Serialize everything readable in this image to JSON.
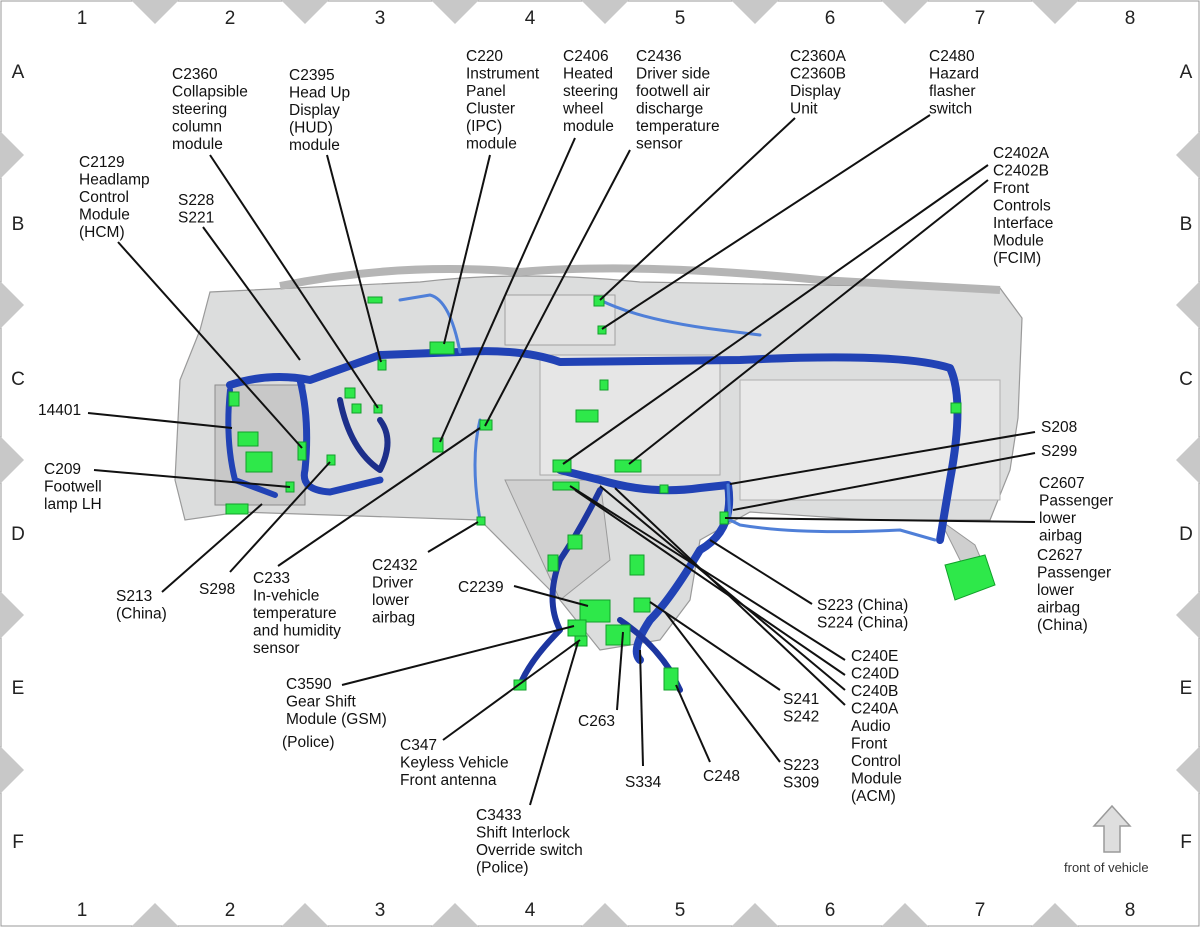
{
  "grid": {
    "columns": [
      "1",
      "2",
      "3",
      "4",
      "5",
      "6",
      "7",
      "8"
    ],
    "rows": [
      "A",
      "B",
      "C",
      "D",
      "E",
      "F"
    ]
  },
  "labels": [
    {
      "id": "c2360",
      "lines": [
        "C2360",
        "Collapsible",
        "steering",
        "column",
        "module"
      ]
    },
    {
      "id": "c2395",
      "lines": [
        "C2395",
        "Head Up",
        "Display",
        "(HUD)",
        "module"
      ]
    },
    {
      "id": "c220",
      "lines": [
        "C220",
        "Instrument",
        "Panel",
        "Cluster",
        "(IPC)",
        "module"
      ]
    },
    {
      "id": "c2406",
      "lines": [
        "C2406",
        "Heated",
        "steering",
        "wheel",
        "module"
      ]
    },
    {
      "id": "c2436",
      "lines": [
        "C2436",
        "Driver side",
        "footwell air",
        "discharge",
        "temperature",
        "sensor"
      ]
    },
    {
      "id": "c2360a",
      "lines": [
        "C2360A",
        "C2360B",
        "Display",
        "Unit"
      ]
    },
    {
      "id": "c2480",
      "lines": [
        "C2480",
        "Hazard",
        "flasher",
        "switch"
      ]
    },
    {
      "id": "c2402",
      "lines": [
        "C2402A",
        "C2402B",
        "Front",
        "Controls",
        "Interface",
        "Module",
        "(FCIM)"
      ]
    },
    {
      "id": "c2129",
      "lines": [
        "C2129",
        "Headlamp",
        "Control",
        "Module",
        "(HCM)"
      ]
    },
    {
      "id": "s228",
      "lines": [
        "S228",
        "S221"
      ]
    },
    {
      "id": "n14401",
      "lines": [
        "14401"
      ]
    },
    {
      "id": "c209",
      "lines": [
        "C209",
        "Footwell",
        "lamp LH"
      ]
    },
    {
      "id": "s208",
      "lines": [
        "S208"
      ]
    },
    {
      "id": "s299",
      "lines": [
        "S299"
      ]
    },
    {
      "id": "c2607",
      "lines": [
        "C2607",
        "Passenger",
        "lower",
        "airbag"
      ]
    },
    {
      "id": "c2627",
      "lines": [
        "C2627",
        "Passenger",
        "lower",
        "airbag",
        "(China)"
      ]
    },
    {
      "id": "s213",
      "lines": [
        "S213",
        "(China)"
      ]
    },
    {
      "id": "s298",
      "lines": [
        "S298"
      ]
    },
    {
      "id": "c233",
      "lines": [
        "C233",
        "In-vehicle",
        "temperature",
        "and humidity",
        "sensor"
      ]
    },
    {
      "id": "c2432",
      "lines": [
        "C2432",
        "Driver",
        "lower",
        "airbag"
      ]
    },
    {
      "id": "c2239",
      "lines": [
        "C2239"
      ]
    },
    {
      "id": "s223c",
      "lines": [
        "S223 (China)",
        "S224 (China)"
      ]
    },
    {
      "id": "c240",
      "lines": [
        "C240E",
        "C240D",
        "C240B",
        "C240A",
        "Audio",
        "Front",
        "Control",
        "Module",
        "(ACM)"
      ]
    },
    {
      "id": "c3590",
      "lines": [
        "C3590",
        "Gear Shift",
        "Module (GSM)"
      ]
    },
    {
      "id": "police1",
      "lines": [
        "(Police)"
      ]
    },
    {
      "id": "s241",
      "lines": [
        "S241",
        "S242"
      ]
    },
    {
      "id": "c347",
      "lines": [
        "C347",
        "Keyless Vehicle",
        "Front antenna"
      ]
    },
    {
      "id": "c263",
      "lines": [
        "C263"
      ]
    },
    {
      "id": "s334",
      "lines": [
        "S334"
      ]
    },
    {
      "id": "c248",
      "lines": [
        "C248"
      ]
    },
    {
      "id": "s223",
      "lines": [
        "S223",
        "S309"
      ]
    },
    {
      "id": "c3433",
      "lines": [
        "C3433",
        "Shift Interlock",
        "Override switch",
        "(Police)"
      ]
    }
  ],
  "front_note": "front of vehicle",
  "colors": {
    "harness_dark": "#1f3fae",
    "harness_light": "#4f7fd8",
    "connector": "#2ee84a",
    "panel": "#d9dadb",
    "border_marks": "#c8c8c8"
  }
}
